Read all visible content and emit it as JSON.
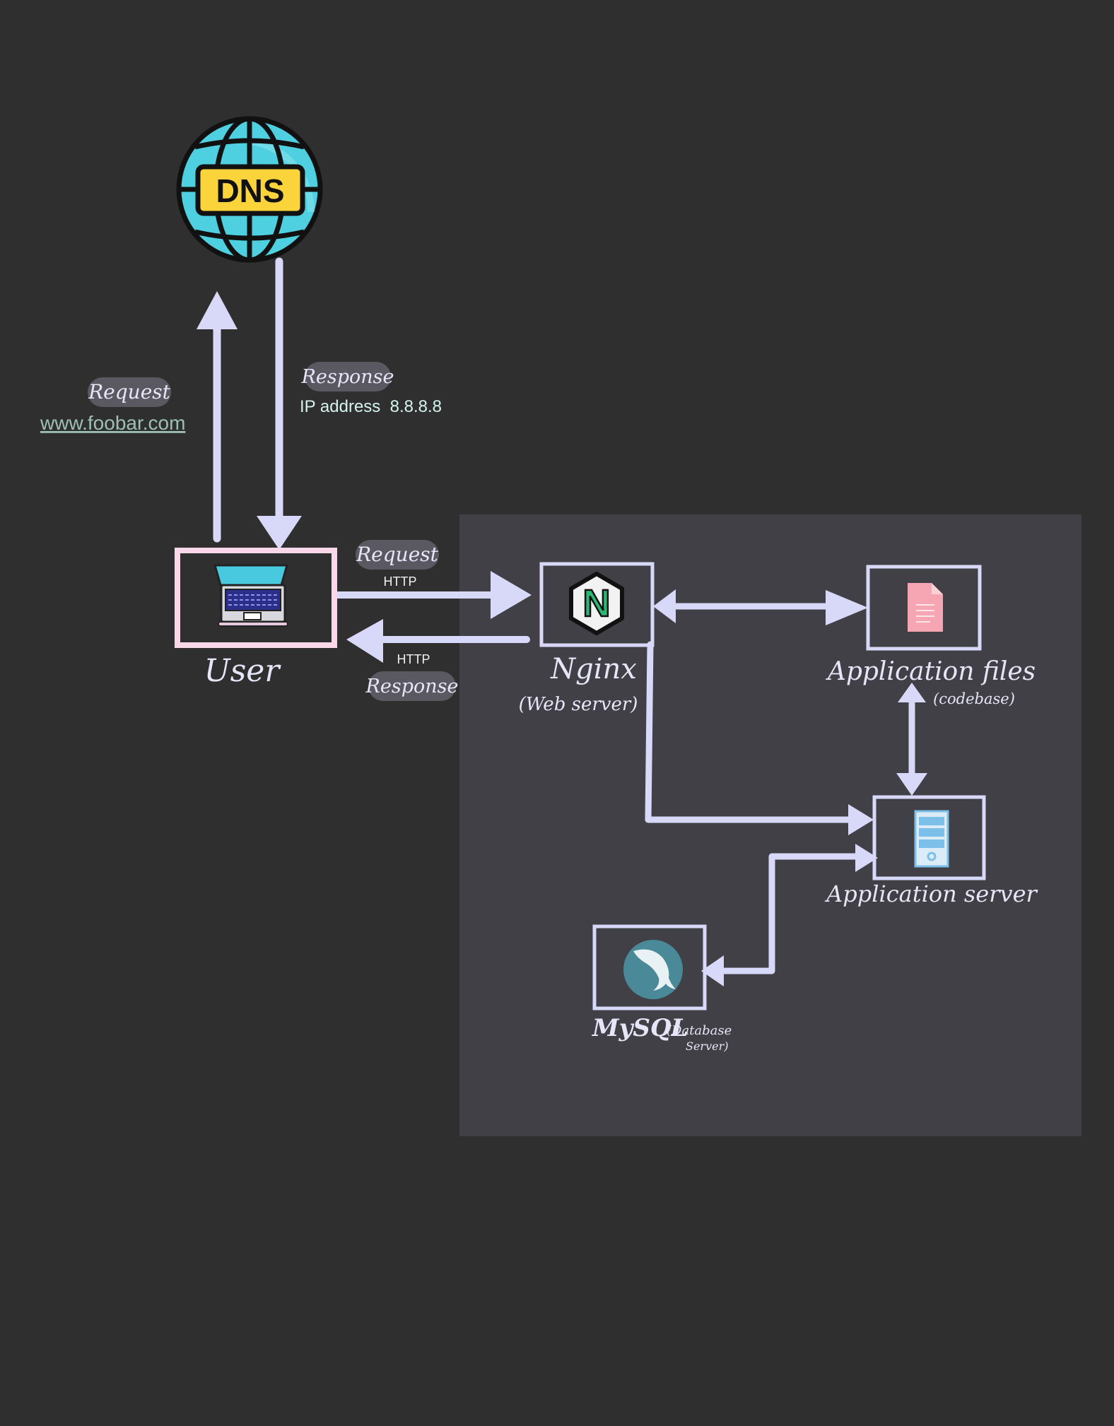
{
  "dns": {
    "label": "DNS"
  },
  "dns_request": {
    "tag": "Request",
    "domain": "www.foobar.com"
  },
  "dns_response": {
    "tag": "Response",
    "detail": "IP address  8.8.8.8"
  },
  "user": {
    "label": "User"
  },
  "http_request": {
    "tag": "Request",
    "protocol": "HTTP"
  },
  "http_response": {
    "tag": "Response",
    "protocol": "HTTP"
  },
  "nginx": {
    "icon_letter": "N",
    "label": "Nginx",
    "sublabel": "(Web server)"
  },
  "app_files": {
    "label": "Application files",
    "sublabel": "(codebase)"
  },
  "app_server": {
    "label": "Application server"
  },
  "mysql": {
    "label": "MySQL",
    "sublabel_line1": "(Database",
    "sublabel_line2": "Server)"
  },
  "colors": {
    "background": "#2f2f2f",
    "server_zone": "#404046",
    "arrow": "#d8d8f8",
    "user_border": "#f9d8ea",
    "dns_globe": "#4fd0e0",
    "dns_plate": "#fbd33a",
    "link_text": "#9dbfb6",
    "ip_text": "#d5f3ee",
    "nginx_green": "#2bb673",
    "file_pink": "#f6a6b2",
    "server_blue": "#7cc0ea",
    "mysql_teal": "#4a8a98"
  }
}
